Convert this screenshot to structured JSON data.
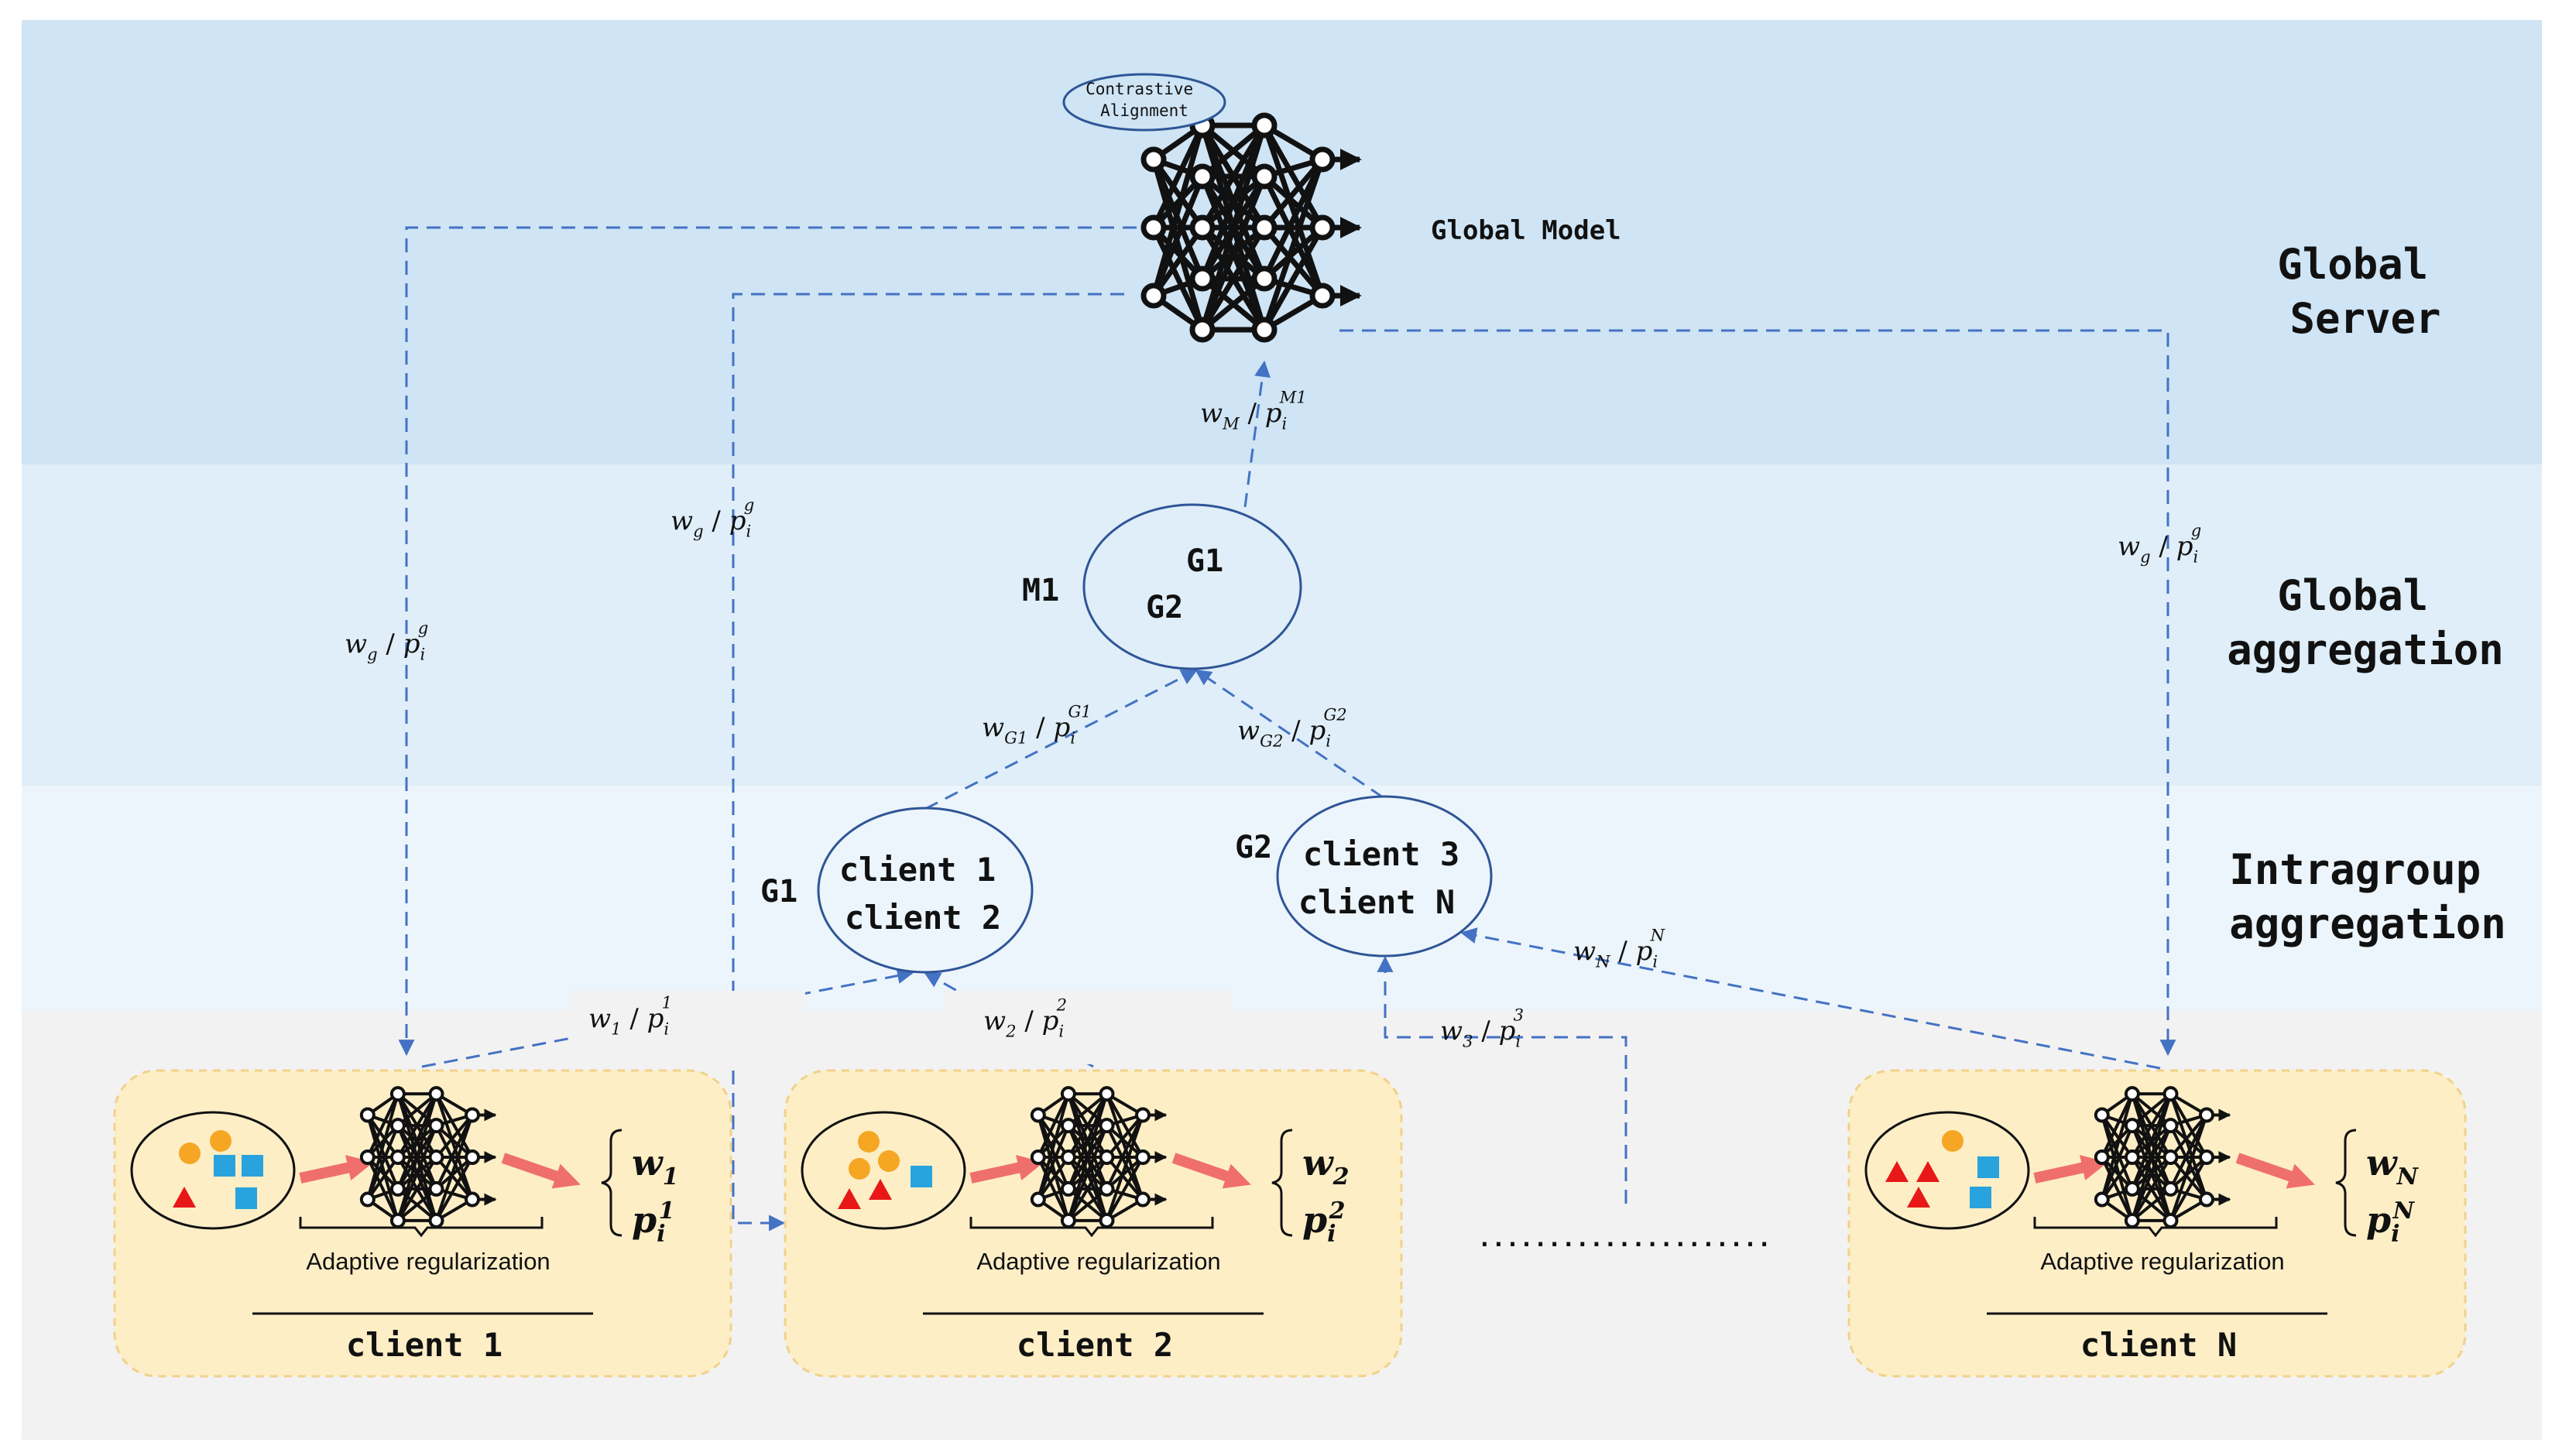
{
  "bands": {
    "global_server": "Global\nServer",
    "global_aggregation": "Global\naggregation",
    "intragroup_aggregation": "Intragroup\naggregation"
  },
  "global_model": {
    "badge": "Contrastive\nAlignment",
    "label": "Global Model"
  },
  "groups": {
    "m1": {
      "label": "M1",
      "members": [
        "G1",
        "G2"
      ]
    },
    "g1": {
      "label": "G1",
      "members": [
        "client 1",
        "client 2"
      ]
    },
    "g2": {
      "label": "G2",
      "members": [
        "client 3",
        "client N"
      ]
    }
  },
  "edge_labels": {
    "wm": {
      "w": "w",
      "ws": "M",
      "p": "p",
      "ps": "i",
      "pp": "M1"
    },
    "wg_left": {
      "w": "w",
      "ws": "g",
      "p": "p",
      "ps": "i",
      "pp": "g"
    },
    "wg_mid": {
      "w": "w",
      "ws": "g",
      "p": "p",
      "ps": "i",
      "pp": "g"
    },
    "wg_right": {
      "w": "w",
      "ws": "g",
      "p": "p",
      "ps": "i",
      "pp": "g"
    },
    "wg1": {
      "w": "w",
      "ws": "G1",
      "p": "p",
      "ps": "i",
      "pp": "G1"
    },
    "wg2": {
      "w": "w",
      "ws": "G2",
      "p": "p",
      "ps": "i",
      "pp": "G2"
    },
    "w1": {
      "w": "w",
      "ws": "1",
      "p": "p",
      "ps": "i",
      "pp": "1"
    },
    "w2": {
      "w": "w",
      "ws": "2",
      "p": "p",
      "ps": "i",
      "pp": "2"
    },
    "w3": {
      "w": "w",
      "ws": "3",
      "p": "p",
      "ps": "i",
      "pp": "3"
    },
    "wn": {
      "w": "w",
      "ws": "N",
      "p": "p",
      "ps": "i",
      "pp": "N"
    }
  },
  "clients": [
    {
      "name": "client 1",
      "reg": "Adaptive regularization",
      "w": "w",
      "ws": "1",
      "p": "p",
      "ps": "i",
      "pp": "1"
    },
    {
      "name": "client 2",
      "reg": "Adaptive regularization",
      "w": "w",
      "ws": "2",
      "p": "p",
      "ps": "i",
      "pp": "2"
    },
    {
      "name": "client N",
      "reg": "Adaptive regularization",
      "w": "w",
      "ws": "N",
      "p": "p",
      "ps": "i",
      "pp": "N"
    }
  ],
  "ellipsis": ".....................",
  "colors": {
    "band_server": "#cfe4f4",
    "band_global_agg": "#dfeef8",
    "band_intragroup": "#ecf5fb",
    "band_clients": "#f2f2f2",
    "client_card": "#fdeec6",
    "edge": "#4472c4",
    "arrow": "#ef6f6c",
    "circle": "#f5a623",
    "square": "#29a3dd",
    "triangle": "#e81818"
  }
}
